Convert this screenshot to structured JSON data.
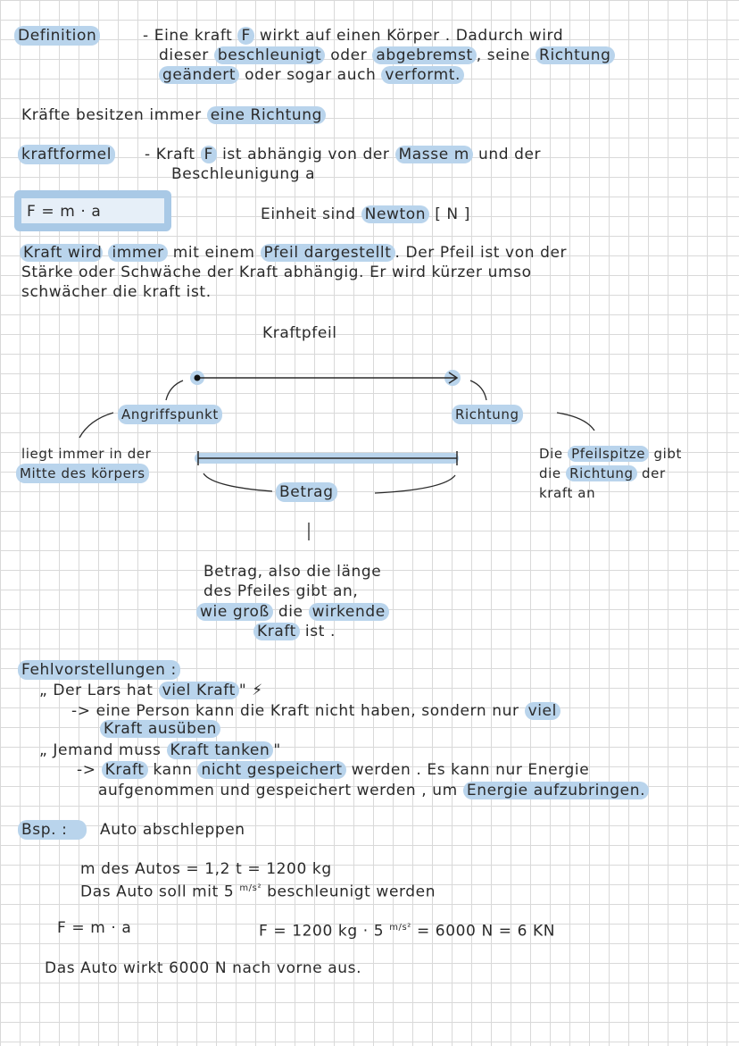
{
  "definition": {
    "label": "Definition",
    "line1_prefix": "- Eine kraft",
    "F": "F",
    "line1_suffix": "wirkt auf einen Körper . Dadurch wird",
    "line2_a": "dieser",
    "line2_hl1": "beschleunigt",
    "line2_b": "oder",
    "line2_hl2": "abgebremst",
    "line2_c": ", seine",
    "line2_hl3": "Richtung",
    "line3_hl1": "geändert",
    "line3_a": "oder sogar auch",
    "line3_hl2": "verformt."
  },
  "direction_note": {
    "prefix": "Kräfte besitzen immer",
    "highlight": "eine Richtung"
  },
  "formula": {
    "label": "kraftformel",
    "line1_prefix": "- Kraft",
    "F": "F",
    "line1_mid": "ist abhängig von der",
    "line1_hl": "Masse m",
    "line1_suffix": "und der",
    "line2": "Beschleunigung a",
    "boxed": "F  =  m  ·  a",
    "unit_prefix": "Einheit sind",
    "unit_hl": "Newton",
    "unit_suffix": "[ N ]"
  },
  "arrow_paragraph": {
    "l1_a": "Kraft wird",
    "l1_hl1": "immer",
    "l1_b": "mit einem",
    "l1_hl2": "Pfeil dargestellt",
    "l1_c": ". Der Pfeil ist von der",
    "l2": "Stärke oder Schwäche der Kraft abhängig. Er wird kürzer umso",
    "l3": "schwächer die kraft ist."
  },
  "diagram": {
    "title": "Kraftpfeil",
    "angriffspunkt": "Angriffspunkt",
    "richtung": "Richtung",
    "betrag": "Betrag",
    "left_note_1": "liegt immer in der",
    "left_note_2": "Mitte des körpers",
    "right_note_1a": "Die",
    "right_note_1b": "Pfeilspitze",
    "right_note_1c": "gibt",
    "right_note_2a": "die",
    "right_note_2b": "Richtung",
    "right_note_2c": "der",
    "right_note_3": "kraft an",
    "betrag_note_1": "Betrag, also die länge",
    "betrag_note_2": "des Pfeiles gibt an,",
    "betrag_note_3a": "wie groß",
    "betrag_note_3b": "die",
    "betrag_note_3c": "wirkende",
    "betrag_note_4a": "Kraft",
    "betrag_note_4b": "ist ."
  },
  "misconceptions": {
    "title": "Fehlvorstellungen :",
    "q1_a": "„ Der Lars hat",
    "q1_hl": "viel Kraft",
    "q1_b": "\" ⚡",
    "a1_a": "-> eine Person kann die Kraft nicht haben, sondern nur",
    "a1_hl1": "viel",
    "a1_hl2": "Kraft ausüben",
    "q2_a": "„ Jemand muss",
    "q2_hl": "Kraft tanken",
    "q2_b": "\"",
    "a2_a": "->",
    "a2_hl1": "Kraft",
    "a2_b": "kann",
    "a2_hl2": "nicht gespeichert",
    "a2_c": "werden . Es kann nur Energie",
    "a2_d": "aufgenommen und gespeichert werden , um",
    "a2_hl3": "Energie aufzubringen."
  },
  "example": {
    "label": "Bsp. :",
    "title": "Auto abschleppen",
    "mass_line": "m des Autos  =  1,2 t  =  1200 kg",
    "accel_a": "Das Auto soll mit 5",
    "accel_unit": "m/s²",
    "accel_b": "beschleunigt werden",
    "formula_left": "F  =  m · a",
    "calc_a": "F =  1200 kg  ·  5",
    "calc_unit": "m/s²",
    "calc_b": "=   6000 N      =   6 KN",
    "conclusion": "Das Auto wirkt 6000 N nach vorne aus."
  },
  "colors": {
    "highlight": "#b9d4ec",
    "grid": "#d9d9d9",
    "ink": "#2a2a2a"
  }
}
